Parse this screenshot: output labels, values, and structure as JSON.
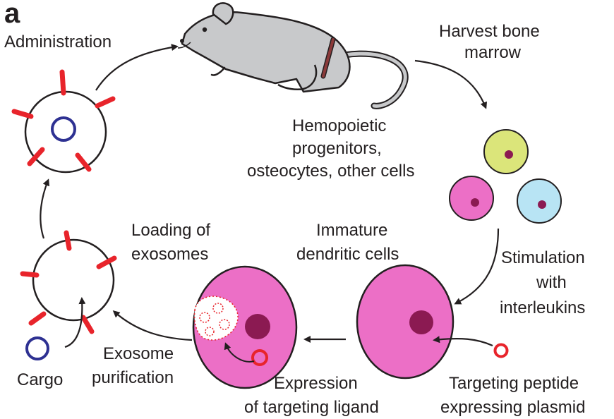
{
  "panel_label": "a",
  "labels": {
    "administration": "Administration",
    "harvest_line1": "Harvest bone",
    "harvest_line2": "marrow",
    "progenitors_line1": "Hemopoietic",
    "progenitors_line2": "progenitors,",
    "progenitors_line3": "osteocytes, other cells",
    "stimulation_line1": "Stimulation",
    "stimulation_line2": "with",
    "stimulation_line3": "interleukins",
    "immature_line1": "Immature",
    "immature_line2": "dendritic cells",
    "loading_line1": "Loading of",
    "loading_line2": "exosomes",
    "purification_line1": "Exosome",
    "purification_line2": "purification",
    "cargo": "Cargo",
    "expression_line1": "Expression",
    "expression_line2": "of targeting ligand",
    "plasmid_line1": "Targeting peptide",
    "plasmid_line2": "expressing plasmid"
  },
  "colors": {
    "outline": "#231f20",
    "mouse_body": "#c8c9cb",
    "bone": "#8b3a3a",
    "ligand_red": "#e8242b",
    "cargo_blue": "#2e3192",
    "cell_pink": "#ec6fc6",
    "cell_green": "#dbe57a",
    "cell_blue": "#b8e4f4",
    "nucleus": "#8b1a52"
  }
}
